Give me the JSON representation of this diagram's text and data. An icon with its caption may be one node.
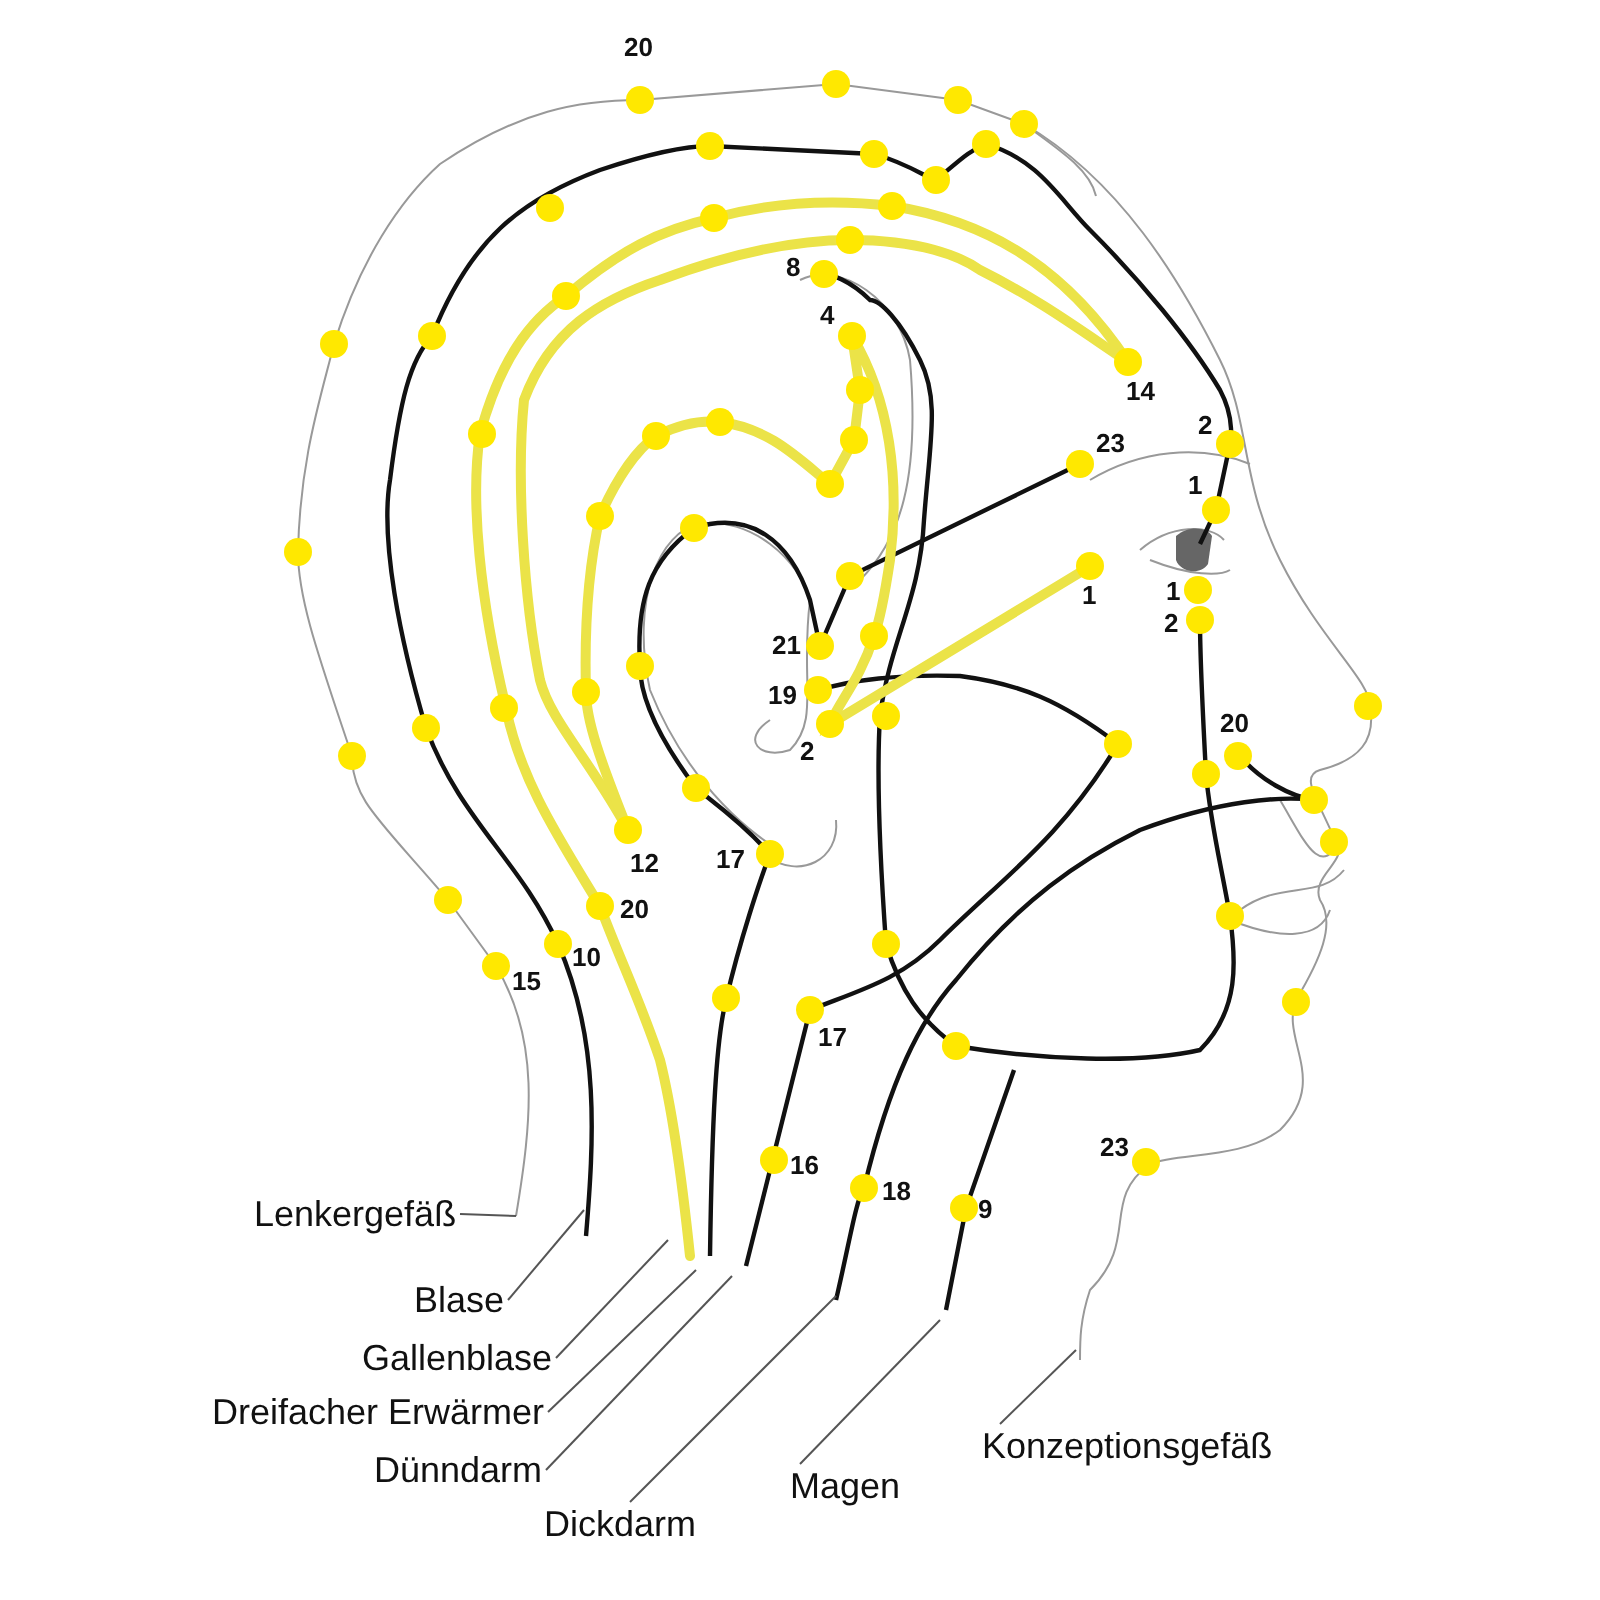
{
  "diagram": {
    "nodes": [
      {
        "text": [
          "Lenkergefäß"
        ]
      },
      {
        "text": [
          "Blase"
        ]
      },
      {
        "text": [
          "Gallenblase"
        ]
      },
      {
        "text": [
          "Dreifacher Erwärmer"
        ]
      },
      {
        "text": [
          "Dünndarm"
        ]
      },
      {
        "text": [
          "Dickdarm"
        ]
      },
      {
        "text": [
          "Magen"
        ]
      },
      {
        "text": [
          "Konzeptionsgefäß"
        ]
      }
    ],
    "edges": [
      {
        "from": 0,
        "to": null,
        "arrow": "none"
      },
      {
        "from": 1,
        "to": null,
        "arrow": "none"
      },
      {
        "from": 2,
        "to": null,
        "arrow": "none"
      },
      {
        "from": 3,
        "to": null,
        "arrow": "none"
      },
      {
        "from": 4,
        "to": null,
        "arrow": "none"
      },
      {
        "from": 5,
        "to": null,
        "arrow": "none"
      },
      {
        "from": 6,
        "to": null,
        "arrow": "none"
      },
      {
        "from": 7,
        "to": null,
        "arrow": "none"
      }
    ],
    "labels": [
      "20",
      "8",
      "4",
      "14",
      "2",
      "23",
      "1",
      "1",
      "1",
      "2",
      "21",
      "19",
      "20",
      "2",
      "12",
      "17",
      "20",
      "10",
      "15",
      "17",
      "23",
      "16",
      "18",
      "9"
    ]
  }
}
